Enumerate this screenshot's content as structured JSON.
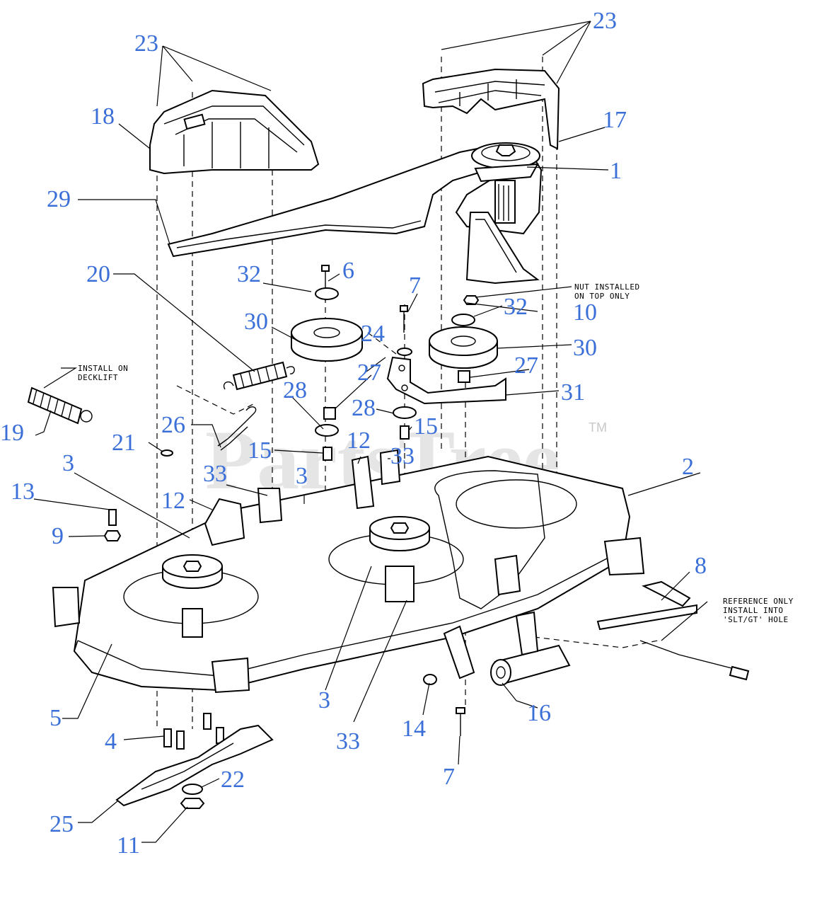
{
  "diagram": {
    "watermark": "PartsTree",
    "trademark": "TM",
    "notes": {
      "nut_installed": [
        "NUT INSTALLED",
        "ON TOP ONLY"
      ],
      "install_on_decklift": [
        "INSTALL ON",
        "DECKLIFT"
      ],
      "reference_only": [
        "REFERENCE ONLY",
        "INSTALL INTO",
        "'SLT/GT' HOLE"
      ]
    },
    "callouts": [
      {
        "label": "23",
        "part": "screw"
      },
      {
        "label": "23",
        "part": "screw"
      },
      {
        "label": "18",
        "part": "left-belt-cover"
      },
      {
        "label": "17",
        "part": "right-belt-cover"
      },
      {
        "label": "1",
        "part": "spindle-assembly"
      },
      {
        "label": "29",
        "part": "deck-belt"
      },
      {
        "label": "20",
        "part": "extension-spring"
      },
      {
        "label": "32",
        "part": "spacer"
      },
      {
        "label": "6",
        "part": "bolt"
      },
      {
        "label": "7",
        "part": "bolt"
      },
      {
        "label": "10",
        "part": "nut"
      },
      {
        "label": "32",
        "part": "spacer"
      },
      {
        "label": "30",
        "part": "idler-pulley"
      },
      {
        "label": "24",
        "part": "washer"
      },
      {
        "label": "30",
        "part": "idler-pulley"
      },
      {
        "label": "27",
        "part": "bushing"
      },
      {
        "label": "27",
        "part": "bushing"
      },
      {
        "label": "28",
        "part": "spacer"
      },
      {
        "label": "28",
        "part": "spacer"
      },
      {
        "label": "31",
        "part": "idler-arm"
      },
      {
        "label": "15",
        "part": "bushing"
      },
      {
        "label": "19",
        "part": "decklift-spring"
      },
      {
        "label": "26",
        "part": "rod"
      },
      {
        "label": "21",
        "part": "washer"
      },
      {
        "label": "15",
        "part": "bushing"
      },
      {
        "label": "12",
        "part": "bracket"
      },
      {
        "label": "33",
        "part": "bracket"
      },
      {
        "label": "3",
        "part": "screw"
      },
      {
        "label": "33",
        "part": "bracket"
      },
      {
        "label": "3",
        "part": "screw"
      },
      {
        "label": "12",
        "part": "bracket"
      },
      {
        "label": "2",
        "part": "mower-deck"
      },
      {
        "label": "13",
        "part": "pin"
      },
      {
        "label": "9",
        "part": "nut"
      },
      {
        "label": "8",
        "part": "deck-stabilizer-rod"
      },
      {
        "label": "5",
        "part": "pin"
      },
      {
        "label": "3",
        "part": "screw"
      },
      {
        "label": "33",
        "part": "bracket"
      },
      {
        "label": "14",
        "part": "nut"
      },
      {
        "label": "16",
        "part": "anti-scalp-roller"
      },
      {
        "label": "4",
        "part": "screw"
      },
      {
        "label": "7",
        "part": "bolt"
      },
      {
        "label": "22",
        "part": "washer"
      },
      {
        "label": "25",
        "part": "blade"
      },
      {
        "label": "11",
        "part": "nut"
      }
    ],
    "colors": {
      "callout": "#3a6fd8",
      "line": "#000000",
      "watermark": "#d0d0d0"
    }
  }
}
